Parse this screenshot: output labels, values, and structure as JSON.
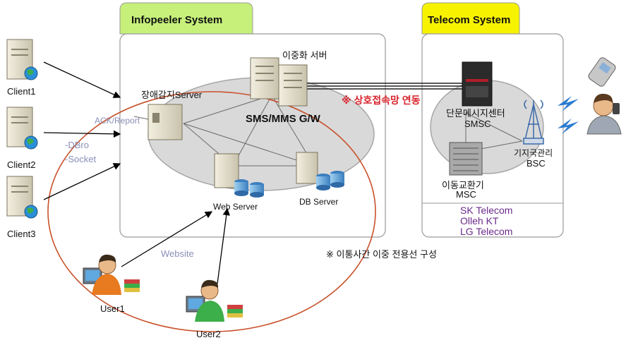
{
  "systems": {
    "infopeeler": {
      "title": "Infopeeler System"
    },
    "telecom": {
      "title": "Telecom System"
    }
  },
  "nodes": {
    "redundant_server": "이중화 서버",
    "monitor_server": "장애감지Server",
    "gateway": "SMS/MMS G/W",
    "web_server": "Web Server",
    "db_server": "DB Server",
    "smsc_kr": "단문메시지센터",
    "smsc": "SMSC",
    "bsc_kr": "기지국관리",
    "bsc": "BSC",
    "msc_kr": "이동교환기",
    "msc": "MSC"
  },
  "clients": [
    "Client1",
    "Client2",
    "Client3"
  ],
  "users": [
    "User1",
    "User2"
  ],
  "annotations": {
    "ack_report": "ACK/Report",
    "dbro": "-DBro",
    "socket": "-Socket",
    "website": "Website",
    "interconnect": "※ 상호접속망 연동",
    "dedicated_line": "※ 이통사간 이중 전용선 구성"
  },
  "carriers": [
    "SK Telecom",
    "Olleh KT",
    "LG Telecom"
  ],
  "colors": {
    "infopeeler_tab": "#c6f07a",
    "telecom_tab": "#f7f200",
    "ellipse_fill": "#d9d9d9",
    "red_outline": "#c8502a",
    "purple_text": "#6a2a8a",
    "muted_text": "#8a8fb8"
  }
}
